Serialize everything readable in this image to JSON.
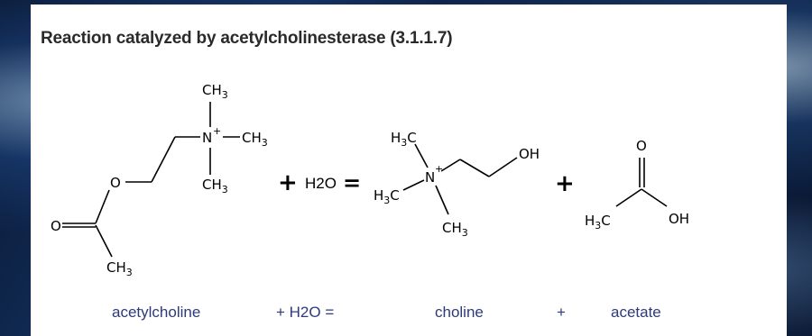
{
  "title": "Reaction catalyzed by acetylcholinesterase (3.1.1.7)",
  "equation": {
    "plus": "+",
    "water_equals": "H2O =",
    "water_label": "H2O",
    "equals": "="
  },
  "atoms": {
    "ch3": "CH",
    "h3c": "H",
    "c": "C",
    "sub3": "3",
    "n": "N",
    "charge_plus": "+",
    "o": "O",
    "oh": "OH"
  },
  "labels": {
    "reactant": "acetylcholine",
    "water": "+ H2O =",
    "product1": "choline",
    "plus": "+",
    "product2": "acetate"
  },
  "colors": {
    "bond": "#000000",
    "atom_text": "#000000",
    "title": "#2a2a2a",
    "labels": "#2e3a7a"
  }
}
